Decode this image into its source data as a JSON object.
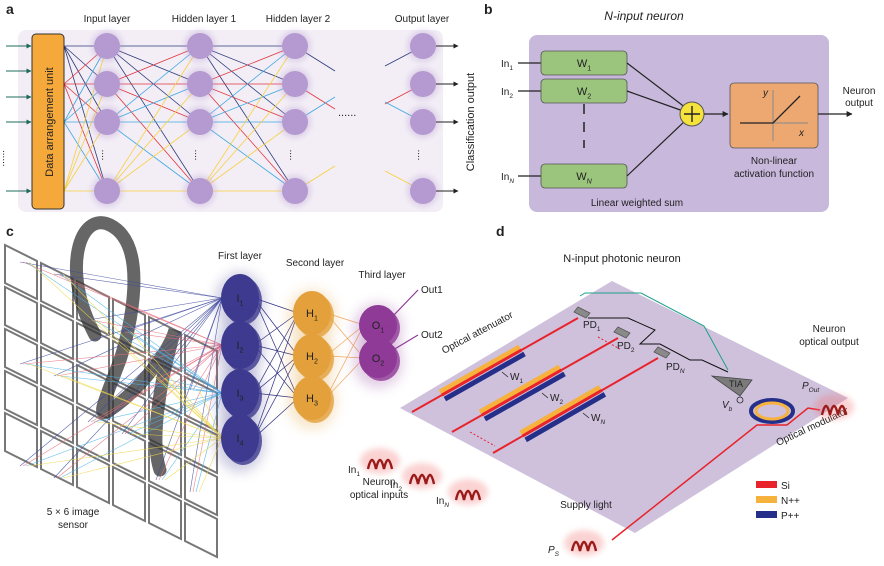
{
  "panels": {
    "a": {
      "letter": "a",
      "layer_labels": [
        "Input layer",
        "Hidden layer 1",
        "Hidden layer 2",
        "Output layer"
      ],
      "data_unit_label": "Data arrangement unit",
      "output_label": "Classification output",
      "ellipsis": "......",
      "colors": {
        "node": "#b49ad0",
        "unit": "#f6a93b",
        "bg": "#f3eef6",
        "conn": [
          "#2c3a78",
          "#e0343b",
          "#3ba7e0",
          "#f7cf3d"
        ]
      }
    },
    "b": {
      "letter": "b",
      "title": "N-input neuron",
      "inputs": [
        {
          "base": "In",
          "sub": "1"
        },
        {
          "base": "In",
          "sub": "2"
        },
        {
          "base": "In",
          "sub": "N"
        }
      ],
      "weights": [
        {
          "base": "W",
          "sub": "1"
        },
        {
          "base": "W",
          "sub": "2"
        },
        {
          "base": "W",
          "sub": "N"
        }
      ],
      "sum_label": "Linear weighted sum",
      "activation_label_1": "Non-linear",
      "activation_label_2": "activation function",
      "axis_y": "y",
      "axis_x": "x",
      "output_label_1": "Neuron",
      "output_label_2": "output",
      "colors": {
        "bg": "#c8b8dc",
        "weight": "#9bc47c",
        "sum": "#f5e23a",
        "activation": "#eda872"
      }
    },
    "c": {
      "letter": "c",
      "layers": [
        "First layer",
        "Second layer",
        "Third layer"
      ],
      "first_nodes": [
        {
          "base": "I",
          "sub": "1"
        },
        {
          "base": "I",
          "sub": "2"
        },
        {
          "base": "I",
          "sub": "3"
        },
        {
          "base": "I",
          "sub": "4"
        }
      ],
      "second_nodes": [
        {
          "base": "H",
          "sub": "1"
        },
        {
          "base": "H",
          "sub": "2"
        },
        {
          "base": "H",
          "sub": "3"
        }
      ],
      "third_nodes": [
        {
          "base": "O",
          "sub": "1"
        },
        {
          "base": "O",
          "sub": "2"
        }
      ],
      "outputs": [
        "Out1",
        "Out2"
      ],
      "sensor_label_1": "5 × 6 image",
      "sensor_label_2": "sensor",
      "colors": {
        "first": "#3d3a8f",
        "second": "#e3a03b",
        "third": "#8e3a96"
      }
    },
    "d": {
      "letter": "d",
      "title": "N-input photonic neuron",
      "inputs": [
        {
          "base": "In",
          "sub": "1"
        },
        {
          "base": "In",
          "sub": "2"
        },
        {
          "base": "In",
          "sub": "N"
        }
      ],
      "inputs_label_1": "Neuron",
      "inputs_label_2": "optical inputs",
      "attenuator_label": "Optical attenuator",
      "weights": [
        {
          "base": "W",
          "sub": "1"
        },
        {
          "base": "W",
          "sub": "2"
        },
        {
          "base": "W",
          "sub": "N"
        }
      ],
      "photodiodes": [
        {
          "base": "PD",
          "sub": "1"
        },
        {
          "base": "PD",
          "sub": "2"
        },
        {
          "base": "PD",
          "sub": "N"
        }
      ],
      "tia_label": "TIA",
      "vb": {
        "base": "V",
        "sub": "b"
      },
      "modulator_label": "Optical modulator",
      "output_label_1": "Neuron",
      "output_label_2": "optical output",
      "p_out": {
        "base": "P",
        "sub": "Out"
      },
      "supply_label": "Supply light",
      "p_s": {
        "base": "P",
        "sub": "S"
      },
      "legend": [
        {
          "label": "Si",
          "color": "#e8232c"
        },
        {
          "label": "N++",
          "color": "#f7b13d"
        },
        {
          "label": "P++",
          "color": "#252f8a"
        }
      ]
    }
  }
}
